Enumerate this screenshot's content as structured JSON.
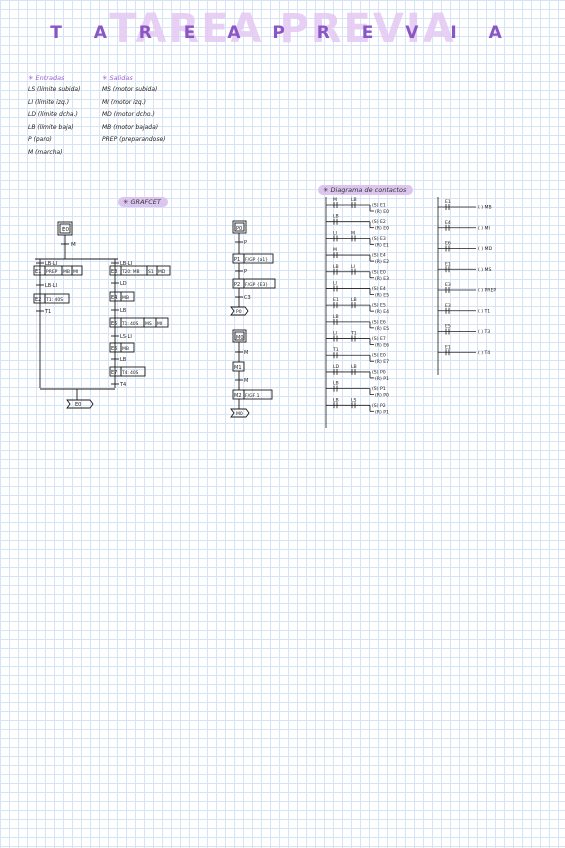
{
  "title": "TAREA PREVIA",
  "title_spaced": "T A R E A   P R E V I A",
  "entradas": {
    "heading": "✳ Entradas",
    "items": [
      "LS (límite subida)",
      "LI (límite izq.)",
      "LD (límite dcha.)",
      "LB (límite baja)",
      "P (paro)",
      "M (marcha)"
    ]
  },
  "salidas": {
    "heading": "✳ Salidas",
    "items": [
      "MS (motor subida)",
      "MI (motor izq.)",
      "MD (motor dcho.)",
      "MB (motor bajada)",
      "PREP (preparandose)"
    ]
  },
  "grafcet": {
    "heading": "✳ GRAFCET",
    "main": {
      "e0": "E0",
      "m": "M",
      "e0_end": "E0",
      "left_branch": {
        "cond1": "LB·LI",
        "e1": "E1",
        "a1": "PREP",
        "a2": "MB",
        "a3": "MI",
        "cond2": "LB·LI",
        "e2": "E2",
        "a4": "T1: 40S",
        "cond3": "T1"
      },
      "right_branch": {
        "cond1": "LB·LI",
        "e3": "E3",
        "a1": "T20: MB",
        "a2": "S1",
        "a3": "MD",
        "cond2": "LD",
        "e4": "E4",
        "a4": "MB",
        "cond3": "LB",
        "e5": "E5",
        "a5": "T1: 40S",
        "a6": "MS",
        "a7": "MI",
        "cond4": "LS·LI",
        "e6": "E6",
        "a8": "MB",
        "cond5": "LB",
        "e7": "E7",
        "a9": "T4: 40S",
        "cond6": "T4"
      }
    },
    "sub1": {
      "p0": "P0",
      "cond1": "P",
      "p1": "P1",
      "a1": "F/GP {a1}",
      "cond2": "P",
      "p2": "P2",
      "a2": "F/GP {E3}",
      "cond3": "C3",
      "end": "P0"
    },
    "sub2": {
      "m0": "M0",
      "cond1": "M",
      "m1": "M1",
      "cond2": "M",
      "m2": "M2",
      "a1": "F/GF 1",
      "end": "M0"
    }
  },
  "ladder": {
    "heading": "✳ Diagrama de contactos",
    "left_contacts": [
      "M",
      "LB",
      "LI",
      "M",
      "LB",
      "LI",
      "E1",
      "LB",
      "LI",
      "T1",
      "LD",
      "LB",
      "LB",
      "LS",
      "LI",
      "T4",
      "P",
      "P",
      "E2",
      "E3"
    ],
    "left_coils": [
      "(S) E1",
      "(R) E0",
      "(S) E2",
      "(R) E0",
      "(S) E3",
      "(R) E1",
      "(S) E4",
      "(R) E2",
      "(S) E0",
      "(R) E3",
      "(S) E4",
      "(R) E5",
      "(S) E5",
      "(R) E4",
      "(S) E6",
      "(R) E5",
      "(S) E7",
      "(R) E6",
      "(S) E0",
      "(R) E7",
      "(S) P0",
      "(R) P1",
      "(S) P1",
      "(R) P0",
      "(S) P2",
      "(R) P1"
    ],
    "right_contacts": [
      "E1",
      "E4",
      "E6",
      "E1",
      "E3",
      "E3",
      "E5",
      "E1",
      "E2",
      "E5",
      "E7"
    ],
    "right_coils": [
      "( ) MB",
      "( ) MI",
      "( ) MD",
      "( ) MS",
      "( ) PREP",
      "( ) T1",
      "( ) T3",
      "( ) T4"
    ]
  }
}
